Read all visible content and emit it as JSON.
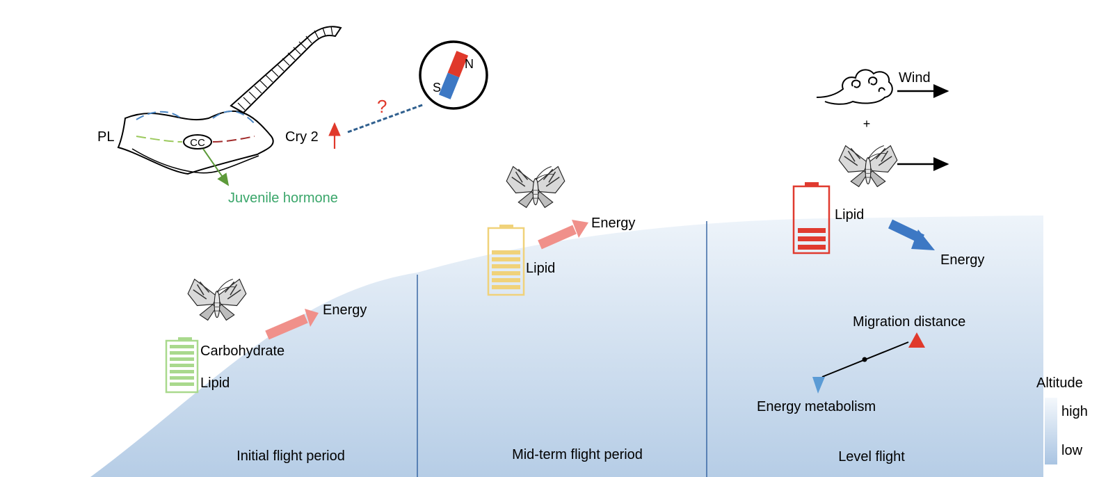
{
  "brain": {
    "pl_label": "PL",
    "cc_label": "CC",
    "cry_label": "Cry 2",
    "question_mark": "?",
    "juvenile_hormone": "Juvenile hormone",
    "compass_n": "N",
    "compass_s": "S"
  },
  "phases": {
    "initial": {
      "energy": "Energy",
      "carbohydrate": "Carbohydrate",
      "lipid": "Lipid",
      "caption": "Initial flight period"
    },
    "mid": {
      "energy": "Energy",
      "lipid": "Lipid",
      "caption": "Mid-term flight period"
    },
    "level": {
      "wind": "Wind",
      "plus": "+",
      "lipid": "Lipid",
      "energy": "Energy",
      "migration_distance": "Migration distance",
      "energy_metabolism": "Energy metabolism",
      "caption": "Level flight"
    }
  },
  "legend": {
    "title": "Altitude",
    "high": "high",
    "low": "low"
  },
  "colors": {
    "juvenile_green": "#3aa66a",
    "arrow_pink": "#f0908a",
    "arrow_blue": "#3d78c4",
    "battery_green": "#a9d98d",
    "battery_yellow": "#f0d27a",
    "battery_red": "#e03a2f",
    "divider_blue": "#2f5f9e",
    "up_red": "#e0392b",
    "down_blue": "#5b9bd5"
  }
}
